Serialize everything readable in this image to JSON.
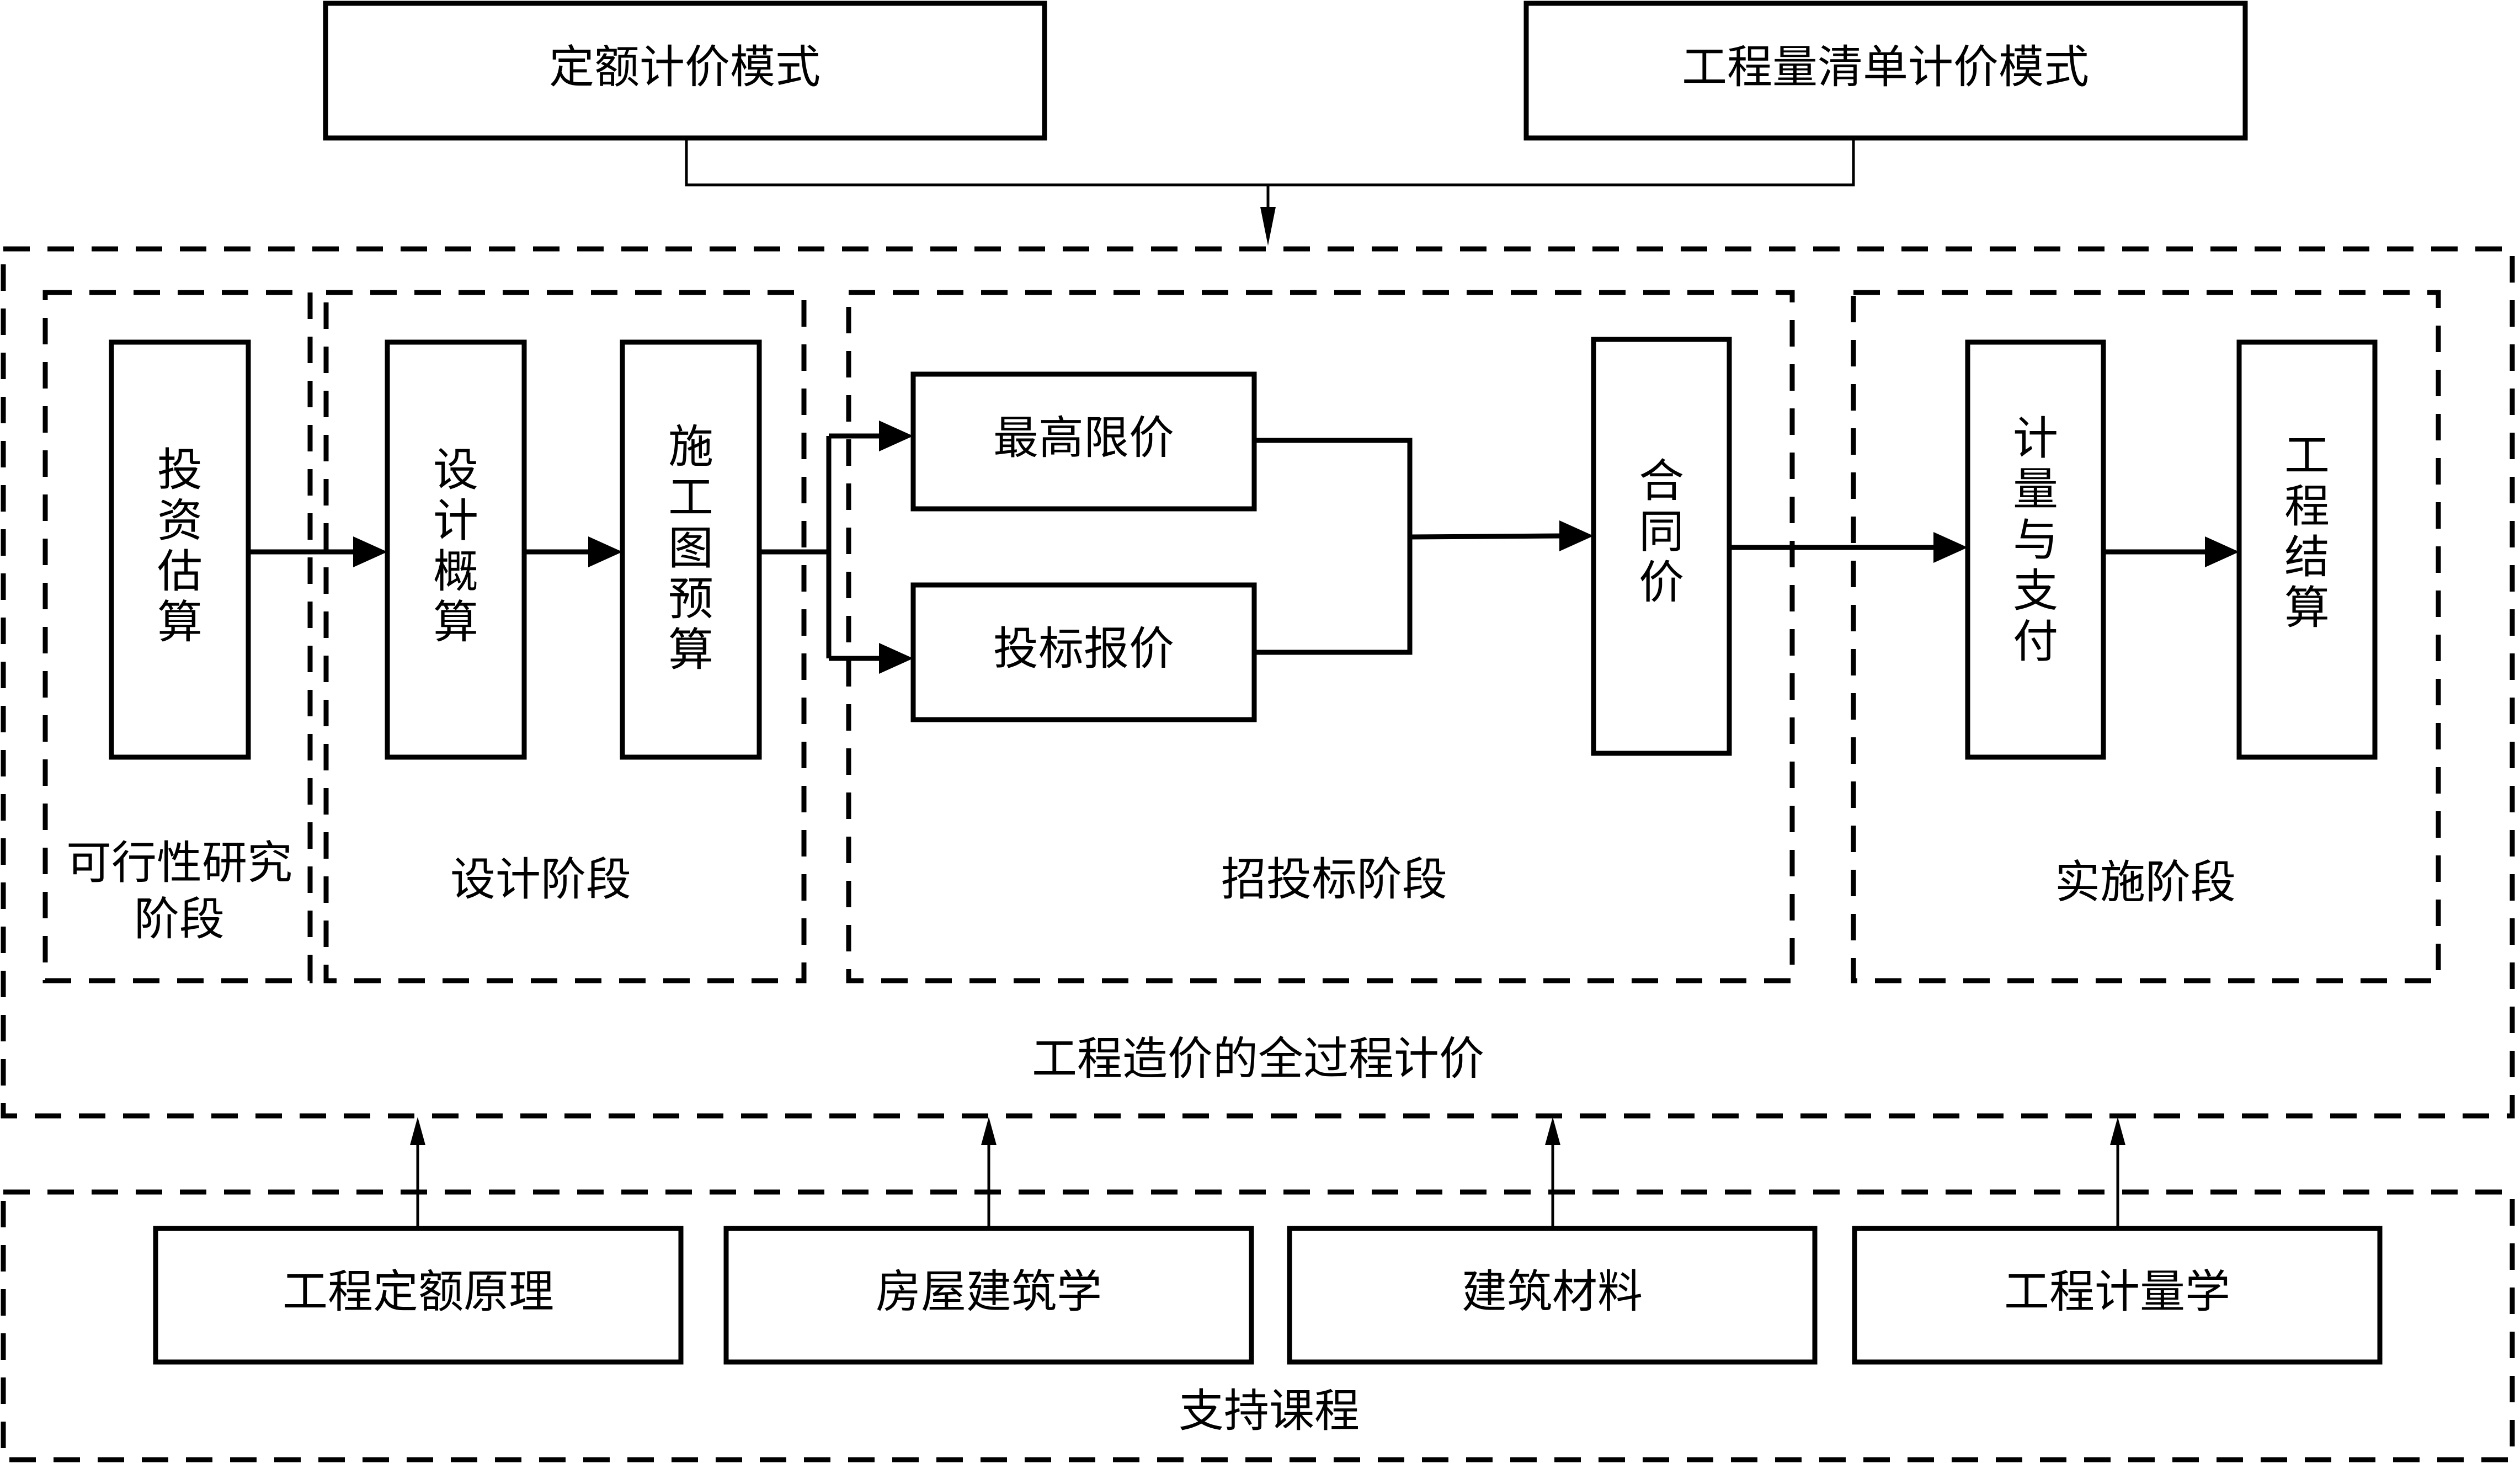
{
  "pricing_modes": {
    "quota": "定额计价模式",
    "bill_of_quantities": "工程量清单计价模式"
  },
  "whole_process": {
    "label": "工程造价的全过程计价",
    "stages": [
      {
        "id": "feasibility",
        "label_lines": [
          "可行性研究",
          "阶段"
        ],
        "items": [
          {
            "id": "investment-estimate",
            "label": "投资估算"
          }
        ]
      },
      {
        "id": "design",
        "label_lines": [
          "设计阶段"
        ],
        "items": [
          {
            "id": "design-budget-estimate",
            "label": "设计概算"
          },
          {
            "id": "construction-drawing-budget",
            "label": "施工图预算"
          }
        ]
      },
      {
        "id": "bidding",
        "label_lines": [
          "招投标阶段"
        ],
        "items": [
          {
            "id": "max-bid-price",
            "label": "最高限价"
          },
          {
            "id": "tender-offer-price",
            "label": "投标报价"
          },
          {
            "id": "contract-price",
            "label": "合同价"
          }
        ]
      },
      {
        "id": "implementation",
        "label_lines": [
          "实施阶段"
        ],
        "items": [
          {
            "id": "measurement-and-payment",
            "label": "计量与支付"
          },
          {
            "id": "final-settlement",
            "label": "工程结算"
          }
        ]
      }
    ]
  },
  "support_courses": {
    "label": "支持课程",
    "courses": [
      "工程定额原理",
      "房屋建筑学",
      "建筑材料",
      "工程计量学"
    ]
  }
}
